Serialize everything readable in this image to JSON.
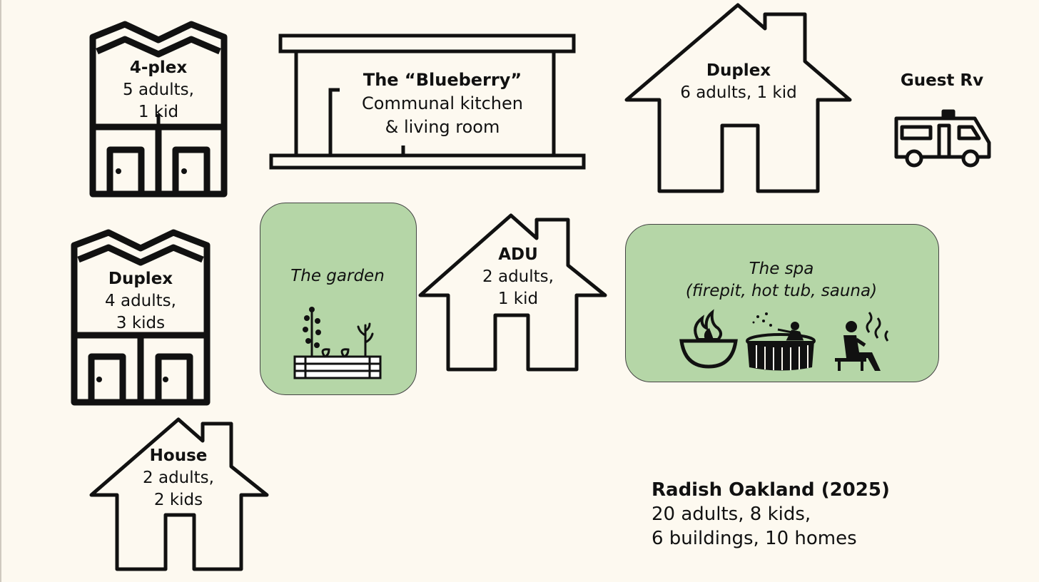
{
  "buildings": {
    "fourplex": {
      "title": "4-plex",
      "line1": "5 adults,",
      "line2": "1 kid"
    },
    "blueberry": {
      "title": "The “Blueberry”",
      "line1": "Communal kitchen",
      "line2": "& living room"
    },
    "duplex_top": {
      "title": "Duplex",
      "line1": "6 adults, 1 kid"
    },
    "guest_rv": {
      "title": "Guest Rv"
    },
    "duplex_left": {
      "title": "Duplex",
      "line1": "4 adults,",
      "line2": "3 kids"
    },
    "adu": {
      "title": "ADU",
      "line1": "2 adults,",
      "line2": "1 kid"
    },
    "house": {
      "title": "House",
      "line1": "2 adults,",
      "line2": "2 kids"
    }
  },
  "garden": {
    "label": "The garden",
    "icon": "garden-bed-icon"
  },
  "spa": {
    "title": "The spa",
    "subtitle": "(firepit, hot tub, sauna)",
    "icons": [
      "firepit-icon",
      "hot-tub-icon",
      "sauna-icon"
    ]
  },
  "summary": {
    "title": "Radish Oakland (2025)",
    "line1": "20 adults, 8 kids,",
    "line2": "6 buildings, 10 homes"
  },
  "colors": {
    "background": "#fdf9f0",
    "green": "#b5d6a7",
    "stroke": "#111111"
  }
}
